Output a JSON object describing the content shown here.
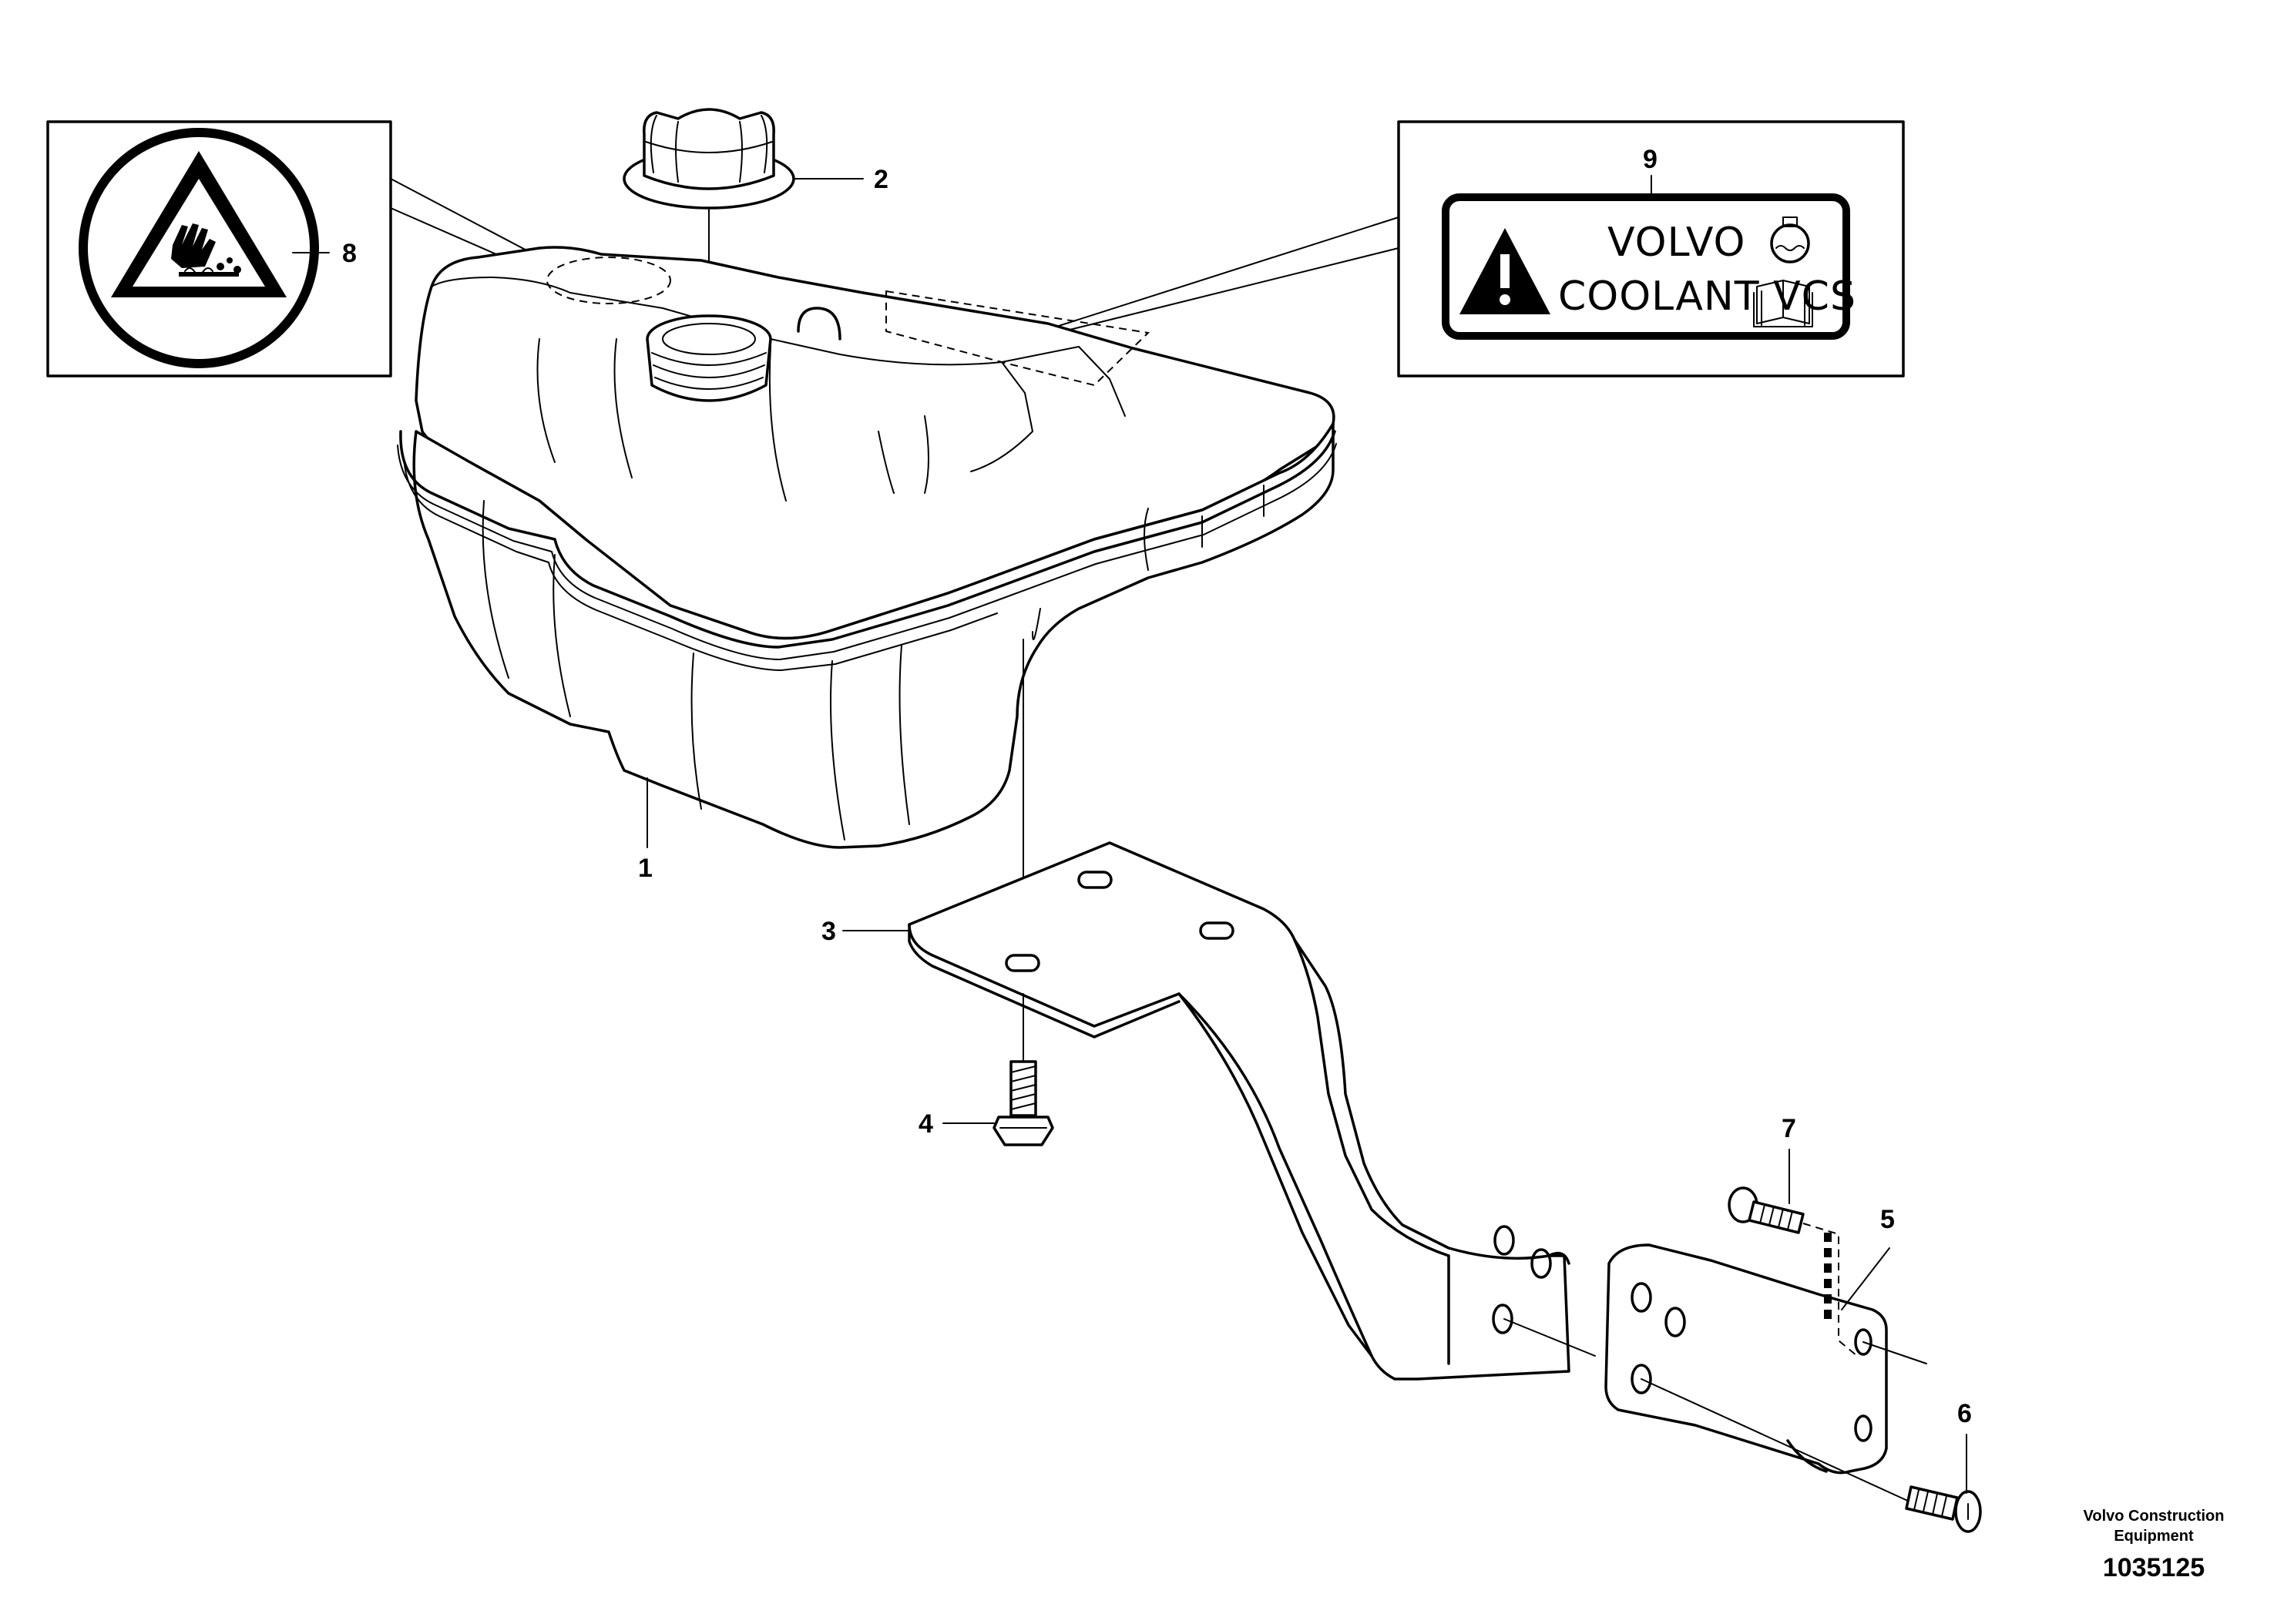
{
  "callouts": {
    "c1": "1",
    "c2": "2",
    "c3": "3",
    "c4": "4",
    "c5": "5",
    "c6": "6",
    "c7": "7",
    "c8": "8",
    "c9": "9"
  },
  "decal_label": {
    "line1": "VOLVO",
    "line2": "COOLANT VCS",
    "icons": [
      "warning-triangle-icon",
      "coolant-reservoir-icon",
      "manual-book-icon"
    ]
  },
  "hazard_decal": {
    "icon": "hot-liquid-burn-hand-icon"
  },
  "footer": {
    "company_line1": "Volvo Construction",
    "company_line2": "Equipment",
    "drawing_number": "1035125"
  },
  "colors": {
    "ink": "#000000",
    "paper": "#ffffff"
  }
}
